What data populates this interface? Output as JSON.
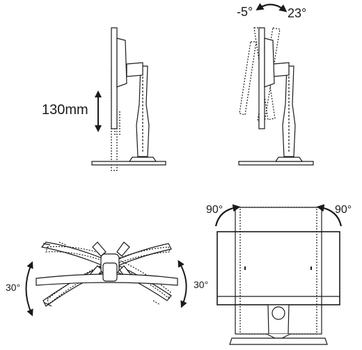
{
  "height_adjust": {
    "label": "130mm"
  },
  "tilt": {
    "min_label": "-5°",
    "max_label": "23°"
  },
  "swivel": {
    "left_label": "30°",
    "right_label": "30°"
  },
  "pivot": {
    "left_label": "90°",
    "right_label": "90°"
  },
  "colors": {
    "line": "#1a1a1a",
    "fill": "#ffffff"
  }
}
